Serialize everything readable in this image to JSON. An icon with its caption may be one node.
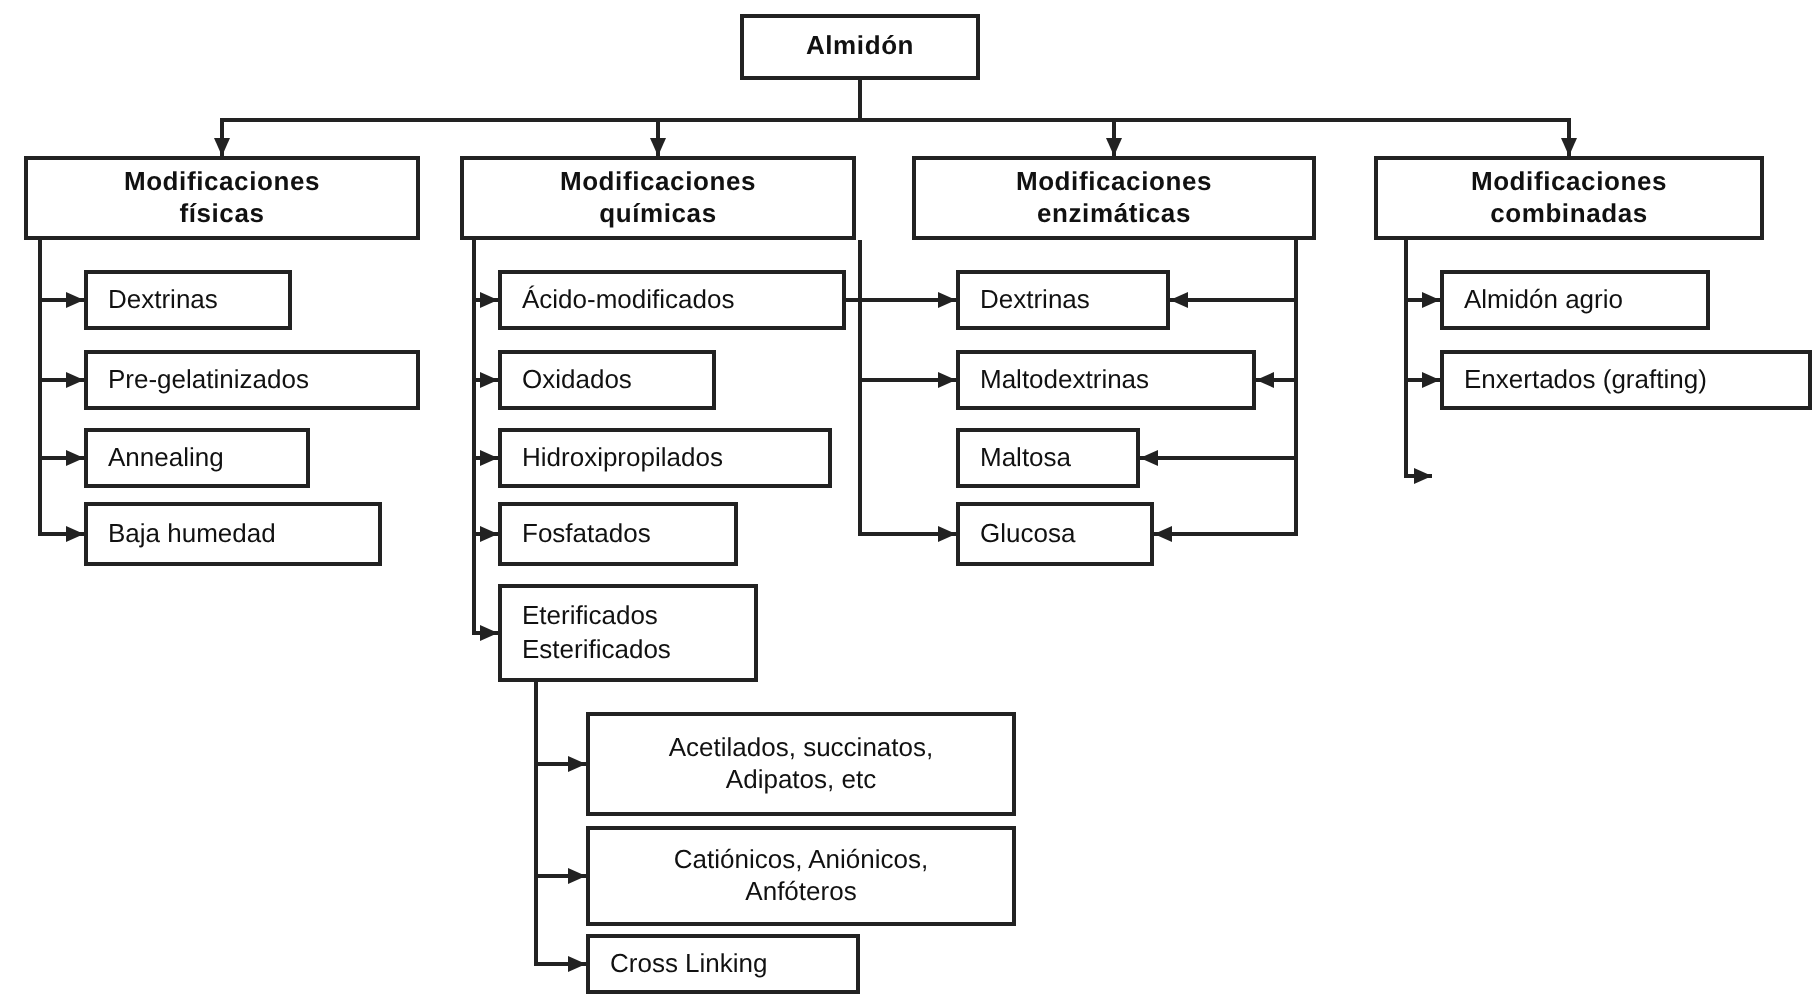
{
  "diagram": {
    "nodes": [
      {
        "text": [
          "Almidón"
        ]
      },
      {
        "text": [
          "Modificaciones físicas"
        ]
      },
      {
        "text": [
          "Modificaciones químicas"
        ]
      },
      {
        "text": [
          "Modificaciones enzimáticas"
        ]
      },
      {
        "text": [
          "Modificaciones combinadas"
        ]
      },
      {
        "text": [
          "Dextrinas"
        ]
      },
      {
        "text": [
          "Pre-gelatinizados"
        ]
      },
      {
        "text": [
          "Annealing"
        ]
      },
      {
        "text": [
          "Baja humedad"
        ]
      },
      {
        "text": [
          "Ácido-modificados"
        ]
      },
      {
        "text": [
          "Oxidados"
        ]
      },
      {
        "text": [
          "Hidroxipropilados"
        ]
      },
      {
        "text": [
          "Fosfatados"
        ]
      },
      {
        "text": [
          "Eterificados Esterificados"
        ]
      },
      {
        "text": [
          "Acetilados, succinatos, Adipatos, etc"
        ]
      },
      {
        "text": [
          "Catiónicos, Aniónicos, Anfóteros"
        ]
      },
      {
        "text": [
          "Cross Linking"
        ]
      },
      {
        "text": [
          "Dextrinas"
        ]
      },
      {
        "text": [
          "Maltodextrinas"
        ]
      },
      {
        "text": [
          "Maltosa"
        ]
      },
      {
        "text": [
          "Glucosa"
        ]
      },
      {
        "text": [
          "Almidón agrio"
        ]
      },
      {
        "text": [
          "Enxertados (grafting)"
        ]
      }
    ],
    "edges": [
      {
        "from": 0,
        "to": 1,
        "arrow": "to"
      },
      {
        "from": 0,
        "to": 2,
        "arrow": "to"
      },
      {
        "from": 0,
        "to": 3,
        "arrow": "to"
      },
      {
        "from": 0,
        "to": 4,
        "arrow": "to"
      },
      {
        "from": 1,
        "to": 5,
        "arrow": "to"
      },
      {
        "from": 1,
        "to": 6,
        "arrow": "to"
      },
      {
        "from": 1,
        "to": 7,
        "arrow": "to"
      },
      {
        "from": 1,
        "to": 8,
        "arrow": "to"
      },
      {
        "from": 2,
        "to": 9,
        "arrow": "to"
      },
      {
        "from": 2,
        "to": 10,
        "arrow": "to"
      },
      {
        "from": 2,
        "to": 11,
        "arrow": "to"
      },
      {
        "from": 2,
        "to": 12,
        "arrow": "to"
      },
      {
        "from": 2,
        "to": 13,
        "arrow": "to"
      },
      {
        "from": 13,
        "to": 14,
        "arrow": "to"
      },
      {
        "from": 13,
        "to": 15,
        "arrow": "to"
      },
      {
        "from": 13,
        "to": 16,
        "arrow": "to"
      },
      {
        "from": 9,
        "to": 17,
        "arrow": "to"
      },
      {
        "from": 2,
        "to": 18,
        "arrow": "to"
      },
      {
        "from": 2,
        "to": 20,
        "arrow": "to"
      },
      {
        "from": 3,
        "to": 17,
        "arrow": "to"
      },
      {
        "from": 3,
        "to": 18,
        "arrow": "to"
      },
      {
        "from": 3,
        "to": 19,
        "arrow": "to"
      },
      {
        "from": 3,
        "to": 20,
        "arrow": "to"
      },
      {
        "from": 4,
        "to": 21,
        "arrow": "to"
      },
      {
        "from": 4,
        "to": 22,
        "arrow": "to"
      },
      {
        "from": 4,
        "to": null,
        "arrow": "to"
      }
    ]
  }
}
